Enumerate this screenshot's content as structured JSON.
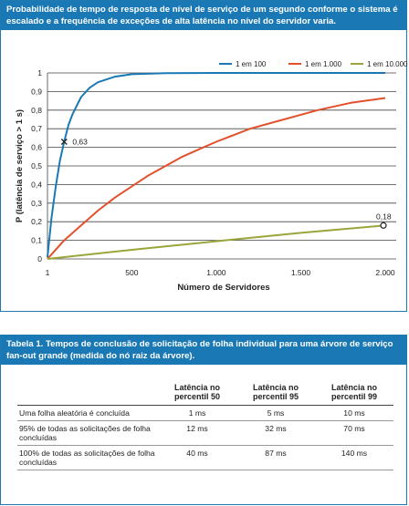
{
  "top_panel": {
    "caption": "Probabilidade de tempo de resposta de nível de serviço de um segundo conforme o sistema é escalado e a frequência de exceções de alta latência no nível do servidor varia."
  },
  "chart_data": {
    "type": "line",
    "xlabel": "Número de Servidores",
    "ylabel": "P (latência de serviço > 1 s)",
    "xlim": [
      1,
      2000
    ],
    "ylim": [
      0,
      1
    ],
    "x_ticks": [
      {
        "v": 1,
        "label": "1"
      },
      {
        "v": 500,
        "label": "500"
      },
      {
        "v": 1000,
        "label": "1.000"
      },
      {
        "v": 1500,
        "label": "1.500"
      },
      {
        "v": 2000,
        "label": "2.000"
      }
    ],
    "y_ticks": [
      {
        "v": 0,
        "label": "0"
      },
      {
        "v": 0.1,
        "label": "0,1"
      },
      {
        "v": 0.2,
        "label": "0,2"
      },
      {
        "v": 0.3,
        "label": "0,3"
      },
      {
        "v": 0.4,
        "label": "0,4"
      },
      {
        "v": 0.5,
        "label": "0,5"
      },
      {
        "v": 0.6,
        "label": "0,6"
      },
      {
        "v": 0.7,
        "label": "0,7"
      },
      {
        "v": 0.8,
        "label": "0,8"
      },
      {
        "v": 0.9,
        "label": "0,9"
      },
      {
        "v": 1.0,
        "label": "1"
      }
    ],
    "grid": "horizontal",
    "legend_position": "top-right",
    "series": [
      {
        "name": "1 em 100",
        "color": "#1a79b4",
        "x": [
          1,
          25,
          50,
          75,
          100,
          125,
          150,
          200,
          250,
          300,
          400,
          500,
          700,
          1000,
          1500,
          2000
        ],
        "y": [
          0.01,
          0.22,
          0.39,
          0.53,
          0.63,
          0.72,
          0.78,
          0.87,
          0.92,
          0.95,
          0.98,
          0.993,
          0.999,
          1.0,
          1.0,
          1.0
        ]
      },
      {
        "name": "1 em 1.000",
        "color": "#e2512b",
        "x": [
          1,
          50,
          100,
          200,
          300,
          400,
          500,
          600,
          700,
          800,
          900,
          1000,
          1200,
          1400,
          1600,
          1800,
          2000
        ],
        "y": [
          0.0,
          0.05,
          0.1,
          0.18,
          0.26,
          0.33,
          0.39,
          0.45,
          0.5,
          0.55,
          0.59,
          0.63,
          0.7,
          0.75,
          0.8,
          0.84,
          0.865
        ]
      },
      {
        "name": "1 em 10.000",
        "color": "#9aa53a",
        "x": [
          1,
          500,
          1000,
          1500,
          2000
        ],
        "y": [
          0.0,
          0.049,
          0.095,
          0.14,
          0.18
        ]
      }
    ],
    "annotations": [
      {
        "x": 100,
        "y": 0.63,
        "label": "0,63",
        "marker": "x"
      },
      {
        "x": 2000,
        "y": 0.18,
        "label": "0,18",
        "marker": "circle"
      }
    ]
  },
  "bottom_panel": {
    "caption": "Tabela 1. Tempos de conclusão de solicitação de folha individual para uma árvore de serviço fan-out grande (medida do nó raiz da árvore).",
    "headers": [
      "",
      "Latência no percentil 50",
      "Latência no percentil 95",
      "Latência no percentil 99"
    ],
    "rows": [
      {
        "label": "Uma folha aleatória é concluída",
        "p50": "1 ms",
        "p95": "5 ms",
        "p99": "10 ms"
      },
      {
        "label": "95% de todas as solicitações de folha concluídas",
        "p50": "12 ms",
        "p95": "32 ms",
        "p99": "70 ms"
      },
      {
        "label": "100% de todas as solicitações de folha concluídas",
        "p50": "40 ms",
        "p95": "87 ms",
        "p99": "140 ms"
      }
    ]
  }
}
